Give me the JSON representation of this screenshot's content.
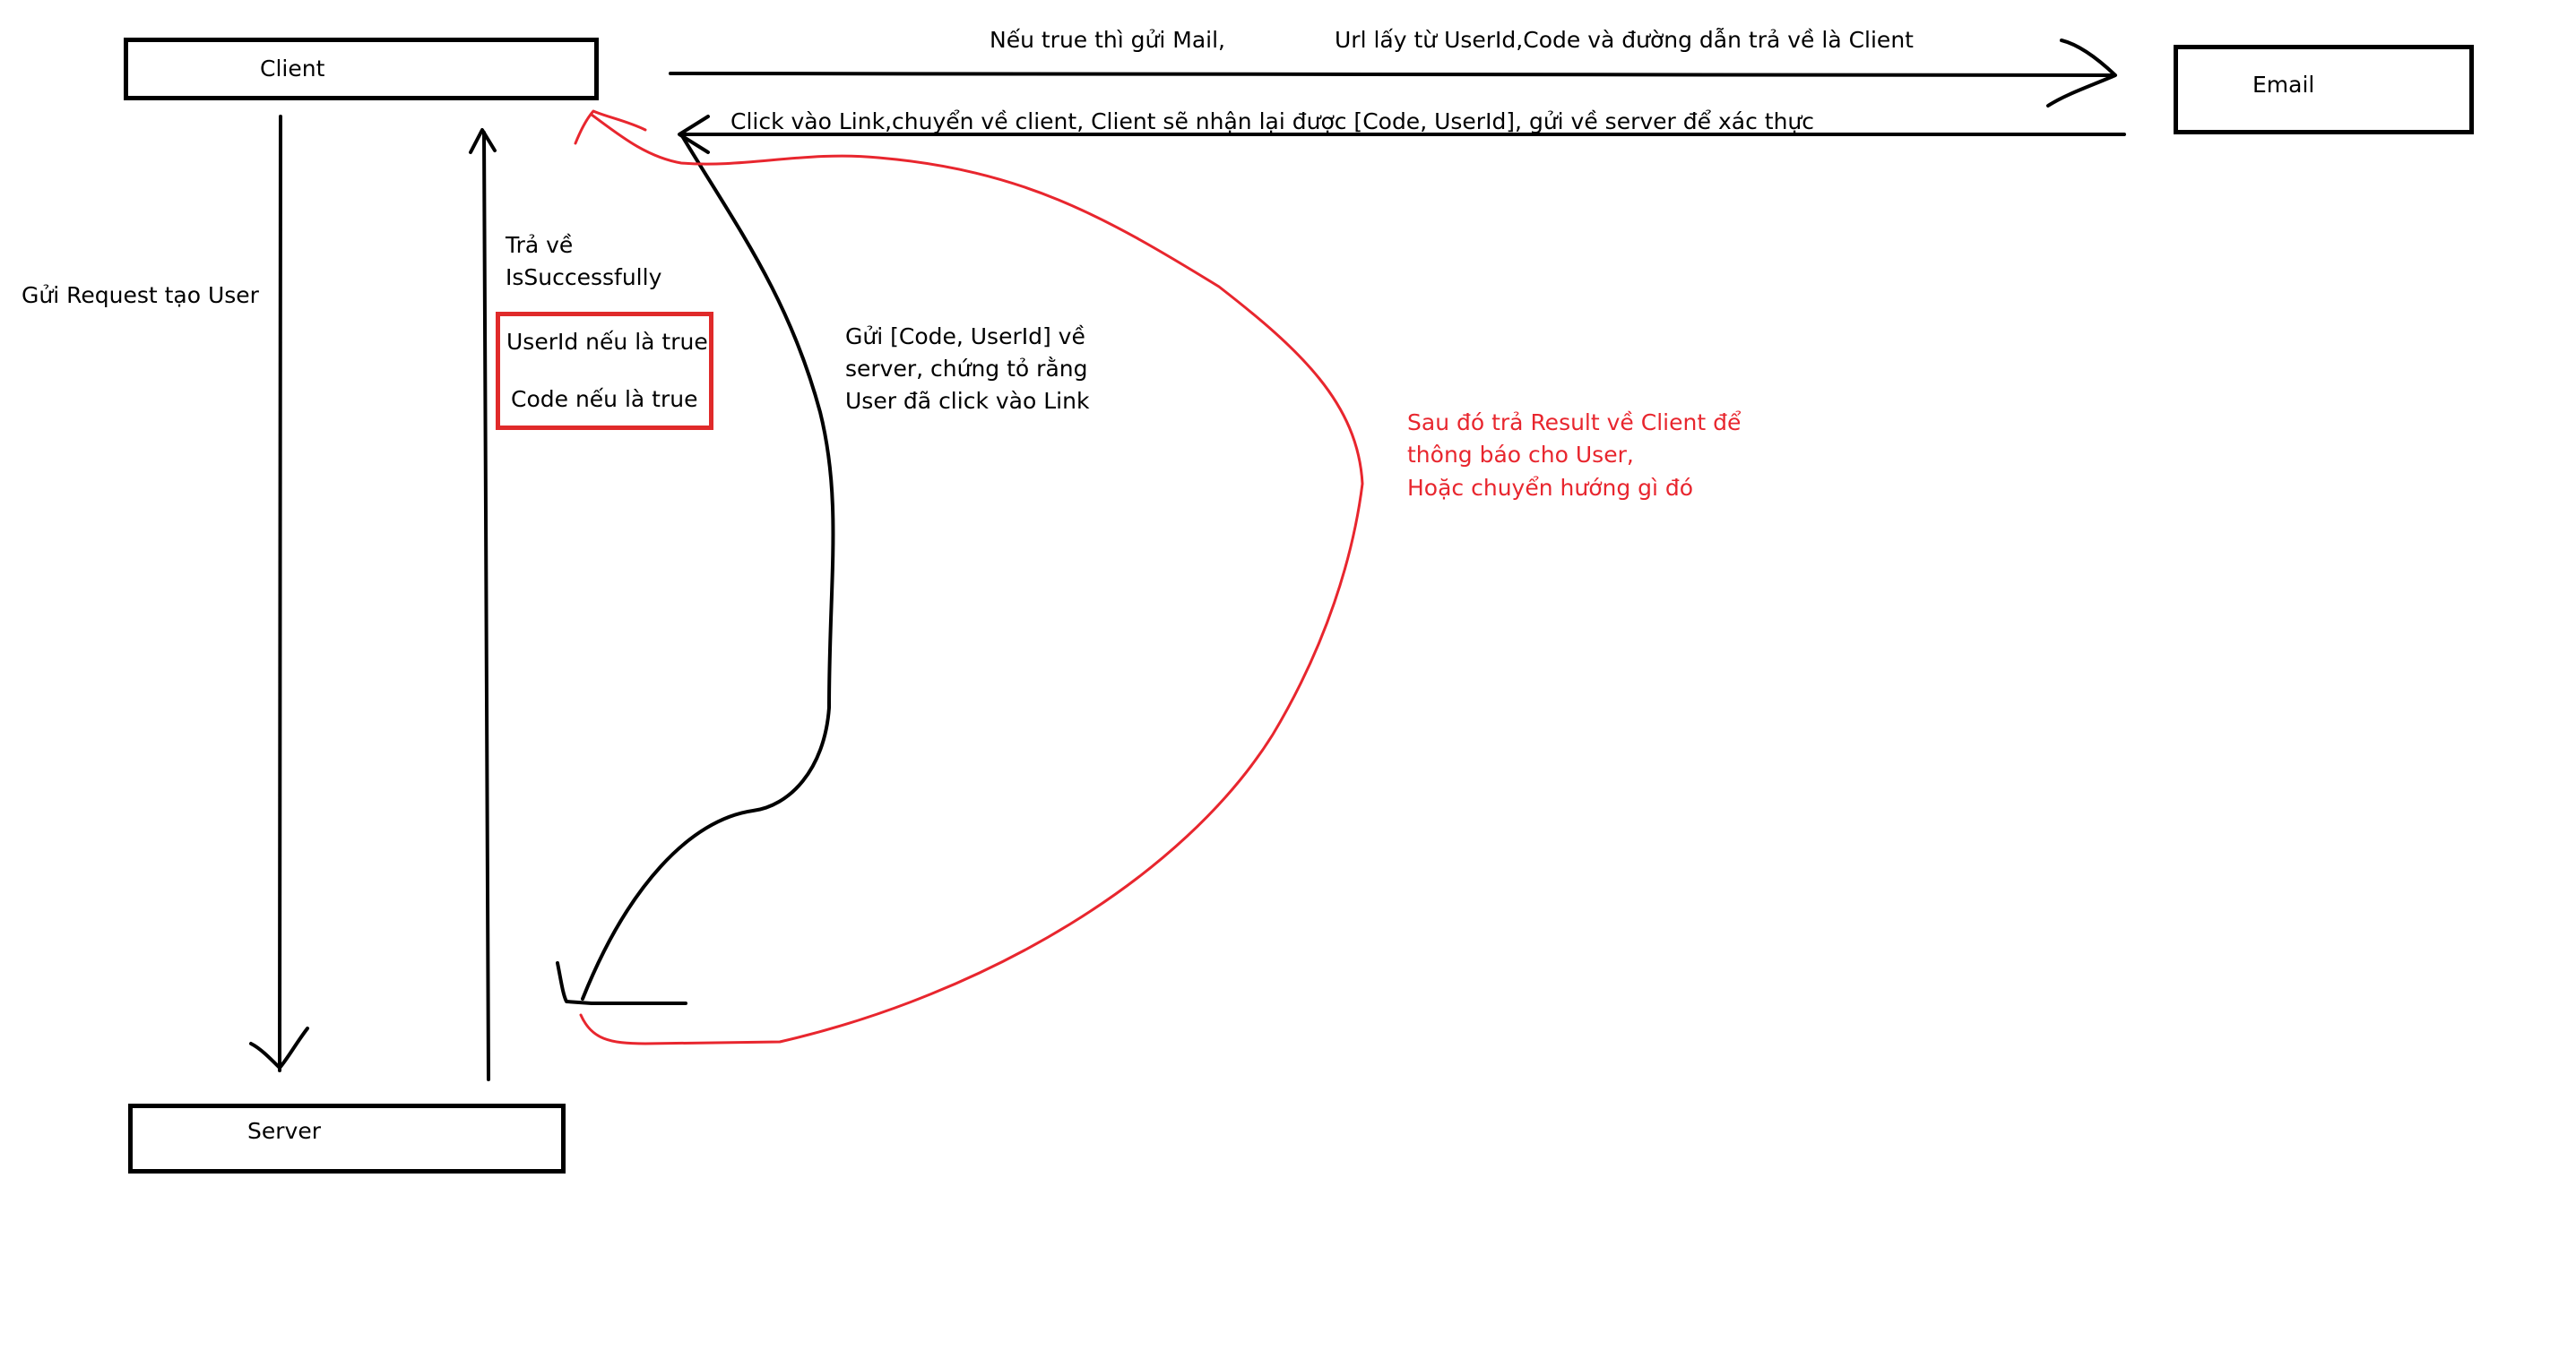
{
  "nodes": {
    "client": "Client",
    "email": "Email",
    "server": "Server"
  },
  "labels": {
    "send_request": "Gửi Request tạo User",
    "return_line1": "Trả về",
    "return_line2": "IsSuccessfully",
    "userid_if_true": "UserId nếu là true",
    "code_if_true": "Code nếu là true",
    "send_mail_part1": "Nếu true thì gửi Mail,",
    "send_mail_part2": "Url lấy từ UserId,Code và đường dẫn trả về là Client",
    "click_link": "Click vào Link,chuyển về client, Client sẽ nhận lại được [Code, UserId], gửi về  server  để  xác thực",
    "verify_line1": "Gửi [Code, UserId] về",
    "verify_line2": "server, chứng tỏ rằng",
    "verify_line3": "User đã click vào Link",
    "result_line1": "Sau đó trả Result về Client để",
    "result_line2": "thông báo cho User,",
    "result_line3": "Hoặc chuyển hướng gì đó"
  },
  "colors": {
    "stroke": "#000000",
    "accent_red": "#e8262e"
  }
}
